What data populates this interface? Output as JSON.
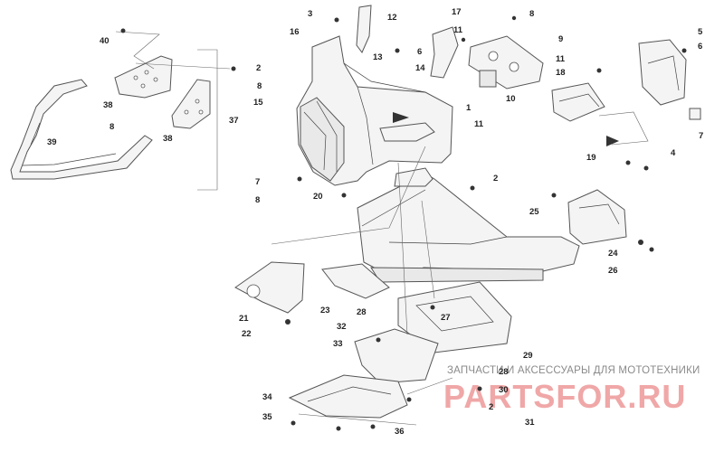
{
  "callouts": [
    "1",
    "2",
    "3",
    "4",
    "5",
    "6",
    "7",
    "8",
    "9",
    "10",
    "11",
    "12",
    "13",
    "14",
    "15",
    "16",
    "17",
    "18",
    "19",
    "20",
    "21",
    "22",
    "23",
    "24",
    "25",
    "26",
    "27",
    "28",
    "29",
    "30",
    "31",
    "32",
    "33",
    "34",
    "35",
    "36",
    "37",
    "38",
    "39",
    "40"
  ],
  "watermark": {
    "tagline": "ЗАПЧАСТИ И АКСЕССУАРЫ ДЛЯ МОТОТЕХНИКИ",
    "brand": "PARTSFOR.RU"
  }
}
